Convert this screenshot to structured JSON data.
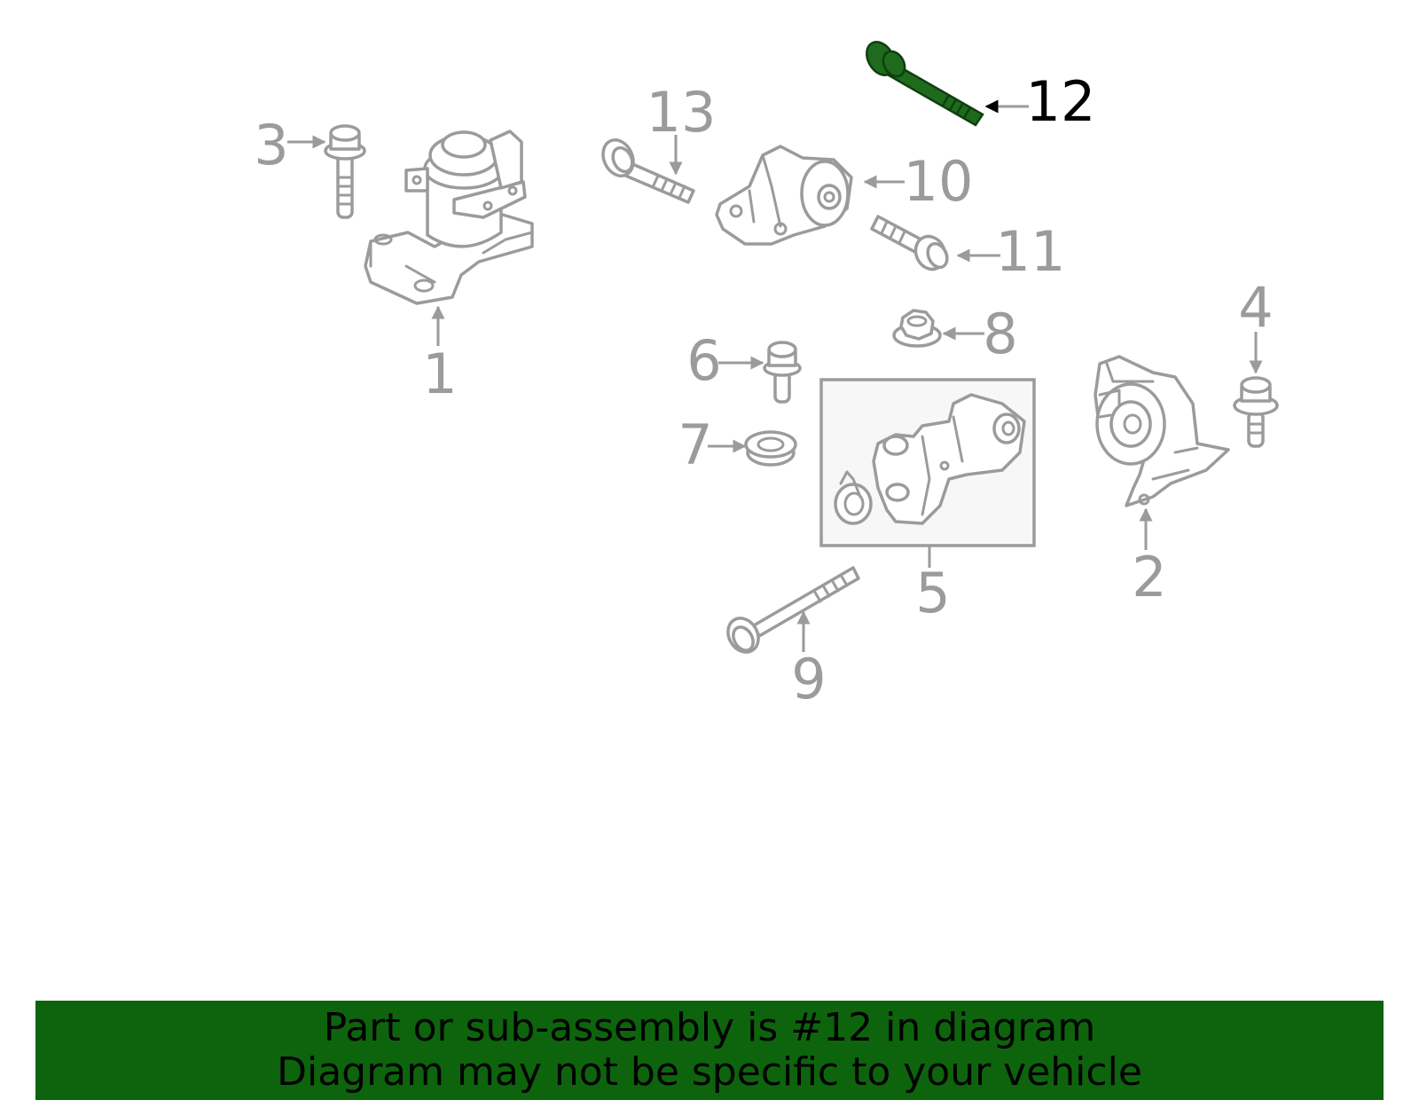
{
  "diagram": {
    "callouts": {
      "c1": "1",
      "c2": "2",
      "c3": "3",
      "c4": "4",
      "c5": "5",
      "c6": "6",
      "c7": "7",
      "c8": "8",
      "c9": "9",
      "c10": "10",
      "c11": "11",
      "c12": "12",
      "c13": "13"
    },
    "highlighted_part": "12",
    "colors": {
      "part_stroke": "#9b9b9b",
      "highlight": "#1e6b1e",
      "banner": "#0d640d",
      "active_label": "#000000"
    }
  },
  "banner": {
    "line1": "Part or sub-assembly is #12 in diagram",
    "line2": "Diagram may not be specific to your vehicle"
  }
}
